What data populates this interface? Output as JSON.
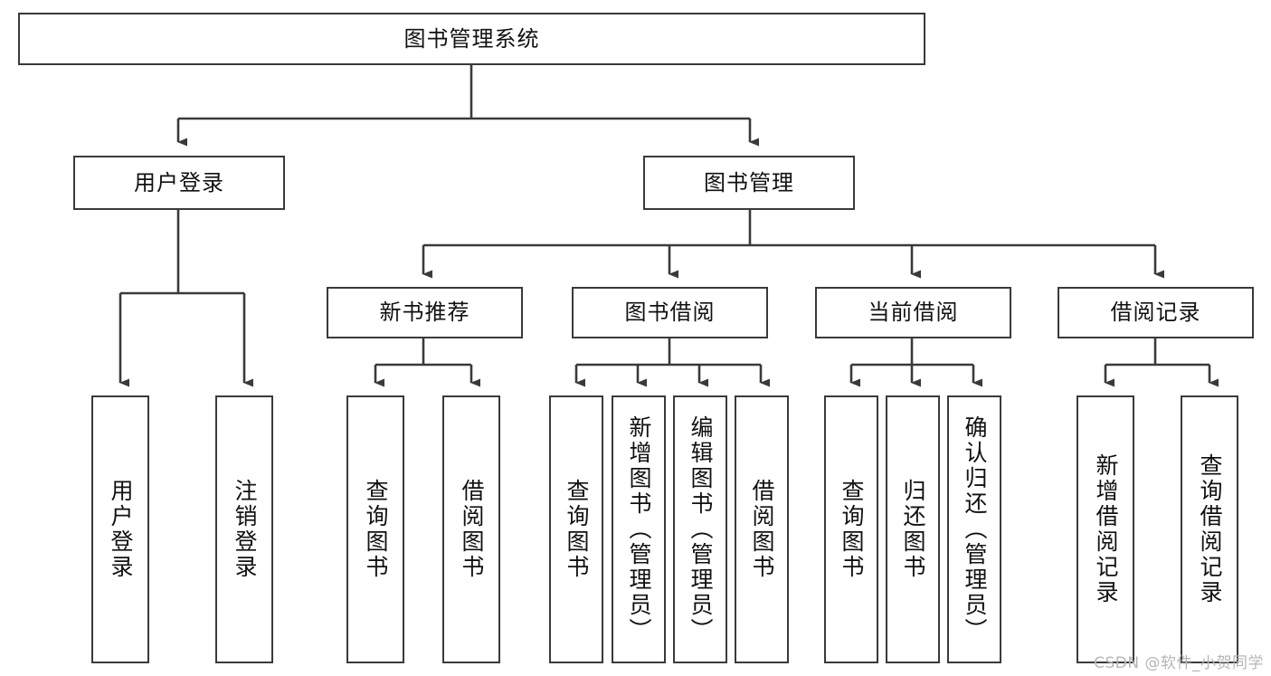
{
  "diagram": {
    "type": "tree-hierarchy",
    "title": "图书管理系统",
    "orientation": "top-down",
    "colors": {
      "box_border": "#3a3a3a",
      "box_fill": "#ffffff",
      "connector": "#3a3a3a",
      "text": "#111111",
      "watermark": "#b6b6b6",
      "background": "#ffffff"
    },
    "root": {
      "id": "root",
      "label": "图书管理系统",
      "level": 0
    },
    "level2": [
      {
        "id": "login",
        "label": "用户登录",
        "level": 1
      },
      {
        "id": "bookmgmt",
        "label": "图书管理",
        "level": 1
      }
    ],
    "level3": [
      {
        "id": "newbook",
        "label": "新书推荐",
        "level": 2,
        "parent": "bookmgmt"
      },
      {
        "id": "borrow",
        "label": "图书借阅",
        "level": 2,
        "parent": "bookmgmt"
      },
      {
        "id": "current",
        "label": "当前借阅",
        "level": 2,
        "parent": "bookmgmt"
      },
      {
        "id": "records",
        "label": "借阅记录",
        "level": 2,
        "parent": "bookmgmt"
      }
    ],
    "leaves": [
      {
        "id": "leaf-user-login",
        "label": "用户登录",
        "parent": "login"
      },
      {
        "id": "leaf-logout",
        "label": "注销登录",
        "parent": "login"
      },
      {
        "id": "leaf-query-book-1",
        "label": "查询图书",
        "parent": "newbook"
      },
      {
        "id": "leaf-borrow-book-1",
        "label": "借阅图书",
        "parent": "newbook"
      },
      {
        "id": "leaf-query-book-2",
        "label": "查询图书",
        "parent": "borrow"
      },
      {
        "id": "leaf-add-book",
        "label": "新增图书（管理员）",
        "parent": "borrow"
      },
      {
        "id": "leaf-edit-book",
        "label": "编辑图书（管理员）",
        "parent": "borrow"
      },
      {
        "id": "leaf-borrow-book-2",
        "label": "借阅图书",
        "parent": "borrow"
      },
      {
        "id": "leaf-query-book-3",
        "label": "查询图书",
        "parent": "current"
      },
      {
        "id": "leaf-return-book",
        "label": "归还图书",
        "parent": "current"
      },
      {
        "id": "leaf-confirm-return",
        "label": "确认归还（管理员）",
        "parent": "current"
      },
      {
        "id": "leaf-add-record",
        "label": "新增借阅记录",
        "parent": "records"
      },
      {
        "id": "leaf-query-record",
        "label": "查询借阅记录",
        "parent": "records"
      }
    ]
  },
  "watermark": {
    "text": "CSDN @软件_小贺同学"
  }
}
